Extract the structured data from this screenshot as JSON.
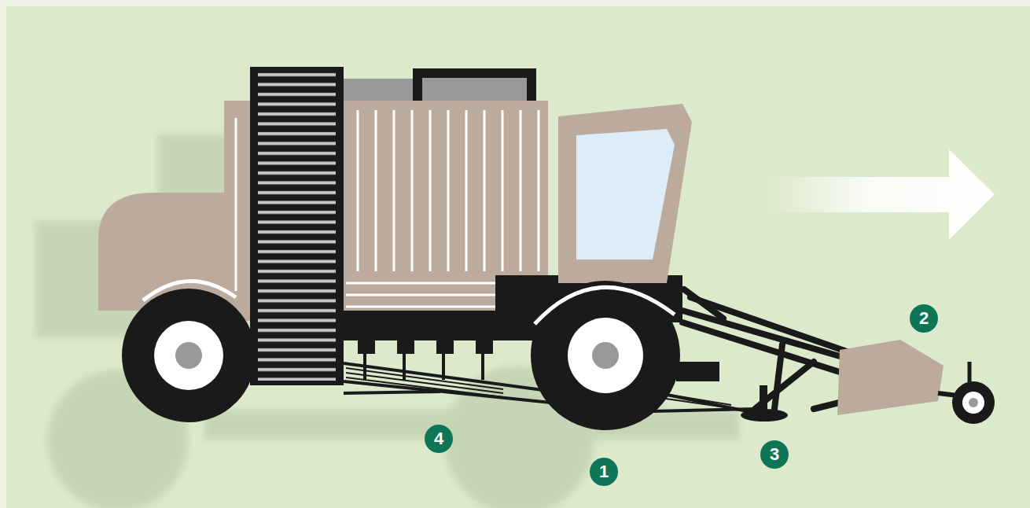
{
  "diagram": {
    "labels": [
      "2",
      "4",
      "3",
      "1"
    ]
  }
}
